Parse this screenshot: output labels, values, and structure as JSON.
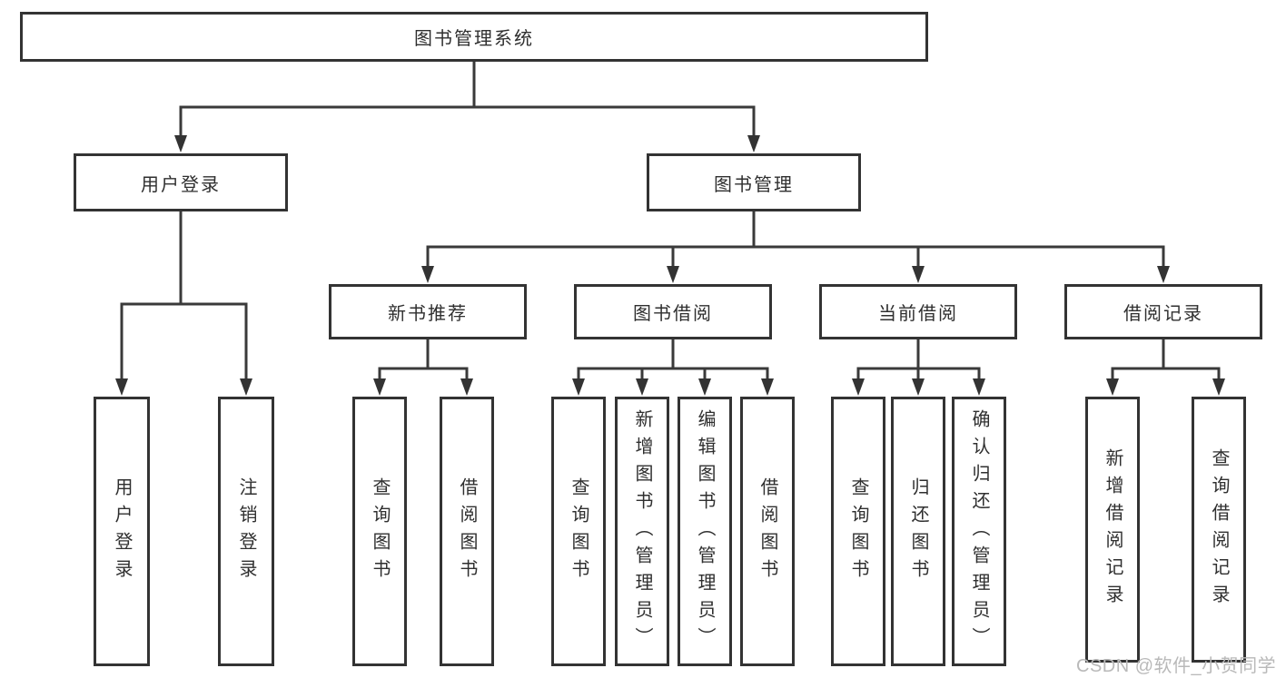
{
  "diagram": {
    "root": "图书管理系统",
    "user_login": {
      "label": "用户登录",
      "children": [
        "用户登录",
        "注销登录"
      ]
    },
    "book_management": {
      "label": "图书管理",
      "sections": [
        {
          "label": "新书推荐",
          "children": [
            "查询图书",
            "借阅图书"
          ]
        },
        {
          "label": "图书借阅",
          "children": [
            "查询图书",
            "新增图书（管理员）",
            "编辑图书（管理员）",
            "借阅图书"
          ]
        },
        {
          "label": "当前借阅",
          "children": [
            "查询图书",
            "归还图书",
            "确认归还（管理员）"
          ]
        },
        {
          "label": "借阅记录",
          "children": [
            "新增借阅记录",
            "查询借阅记录"
          ]
        }
      ]
    },
    "watermark": "CSDN @软件_小贺同学",
    "colors": {
      "line": "#3a3a3a",
      "box_border": "#333333",
      "text": "#2f2f2f",
      "watermark": "#b9b9b9",
      "background": "#ffffff"
    }
  }
}
